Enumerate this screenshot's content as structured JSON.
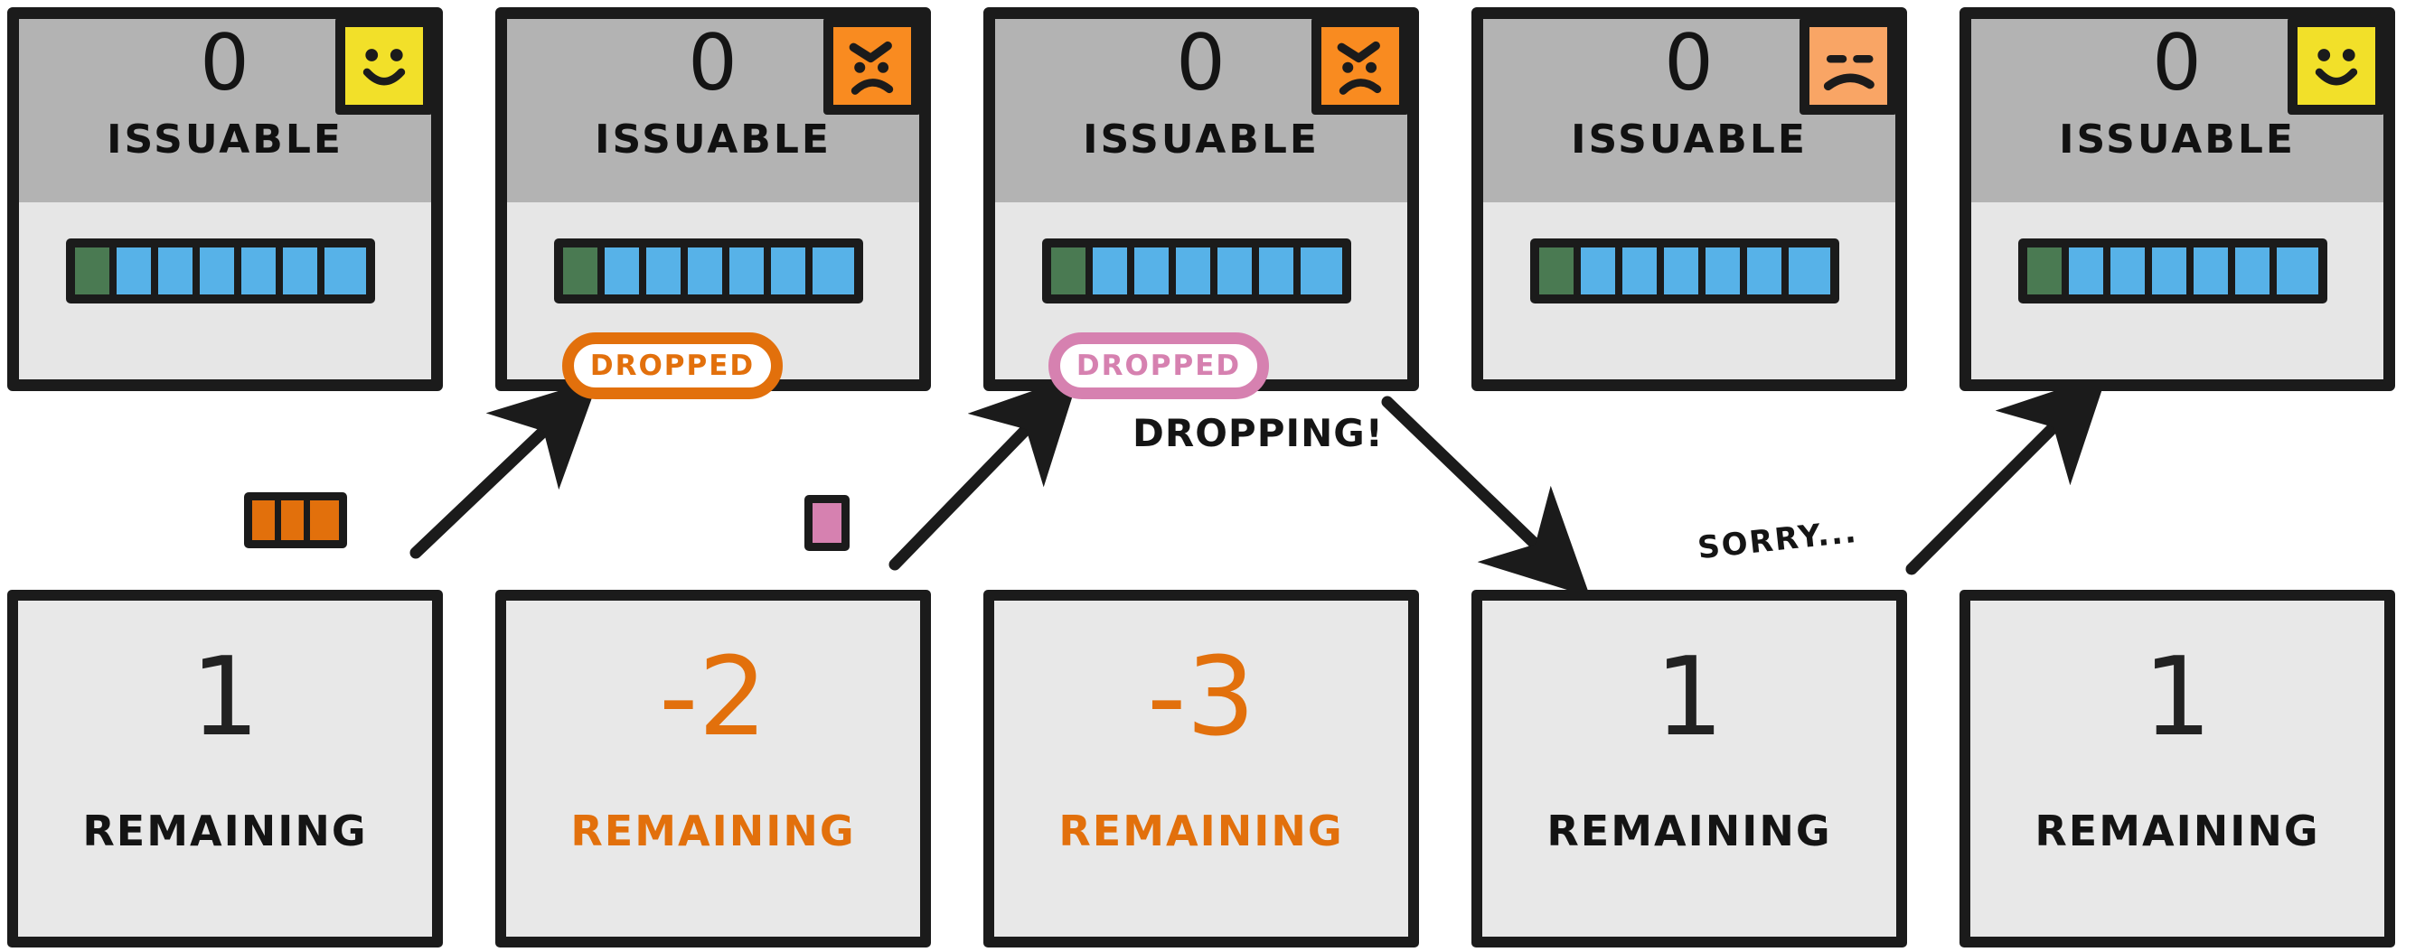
{
  "diagram": {
    "title": "Issuable quota dropping sequence",
    "colors": {
      "ink": "#1b1b1b",
      "orange": "#e2700c",
      "pink": "#d681b0",
      "blue": "#57b2e8",
      "green": "#4a7a52",
      "yellow": "#f2e029",
      "peach": "#f9a565",
      "head_grey": "#b3b3b3",
      "body_grey": "#e6e6e6"
    }
  },
  "top_cards": [
    {
      "count": "0",
      "label": "ISSUABLE",
      "badge": {
        "name": "smiley-happy-icon",
        "mood": "happy",
        "fill": "#f2e029"
      },
      "segments": [
        "green",
        "blue",
        "blue",
        "blue",
        "blue",
        "blue",
        "blue"
      ]
    },
    {
      "count": "0",
      "label": "ISSUABLE",
      "badge": {
        "name": "smiley-angry-icon",
        "mood": "angry",
        "fill": "#f98b20"
      },
      "segments": [
        "green",
        "blue",
        "blue",
        "blue",
        "blue",
        "blue",
        "blue"
      ]
    },
    {
      "count": "0",
      "label": "ISSUABLE",
      "badge": {
        "name": "smiley-angry-icon",
        "mood": "angry",
        "fill": "#f98b20"
      },
      "segments": [
        "green",
        "blue",
        "blue",
        "blue",
        "blue",
        "blue",
        "blue"
      ]
    },
    {
      "count": "0",
      "label": "ISSUABLE",
      "badge": {
        "name": "smiley-sad-icon",
        "mood": "sad",
        "fill": "#f9a565"
      },
      "segments": [
        "green",
        "blue",
        "blue",
        "blue",
        "blue",
        "blue",
        "blue"
      ]
    },
    {
      "count": "0",
      "label": "ISSUABLE",
      "badge": {
        "name": "smiley-happy-icon",
        "mood": "happy",
        "fill": "#f2e029"
      },
      "segments": [
        "green",
        "blue",
        "blue",
        "blue",
        "blue",
        "blue",
        "blue"
      ]
    }
  ],
  "bottom_cards": [
    {
      "number": "1",
      "label": "REMAINING",
      "negative": false
    },
    {
      "number": "-2",
      "label": "REMAINING",
      "negative": true
    },
    {
      "number": "-3",
      "label": "REMAINING",
      "negative": true
    },
    {
      "number": "1",
      "label": "REMAINING",
      "negative": false
    },
    {
      "number": "1",
      "label": "REMAINING",
      "negative": false
    }
  ],
  "pills": [
    {
      "text": "DROPPED",
      "color": "orange"
    },
    {
      "text": "DROPPED",
      "color": "pink"
    }
  ],
  "chips": [
    {
      "color": "orange",
      "count": 3
    },
    {
      "color": "pink",
      "count": 1
    }
  ],
  "annotations": [
    {
      "text": "DROPPING!"
    },
    {
      "text": "SORRY..."
    }
  ]
}
